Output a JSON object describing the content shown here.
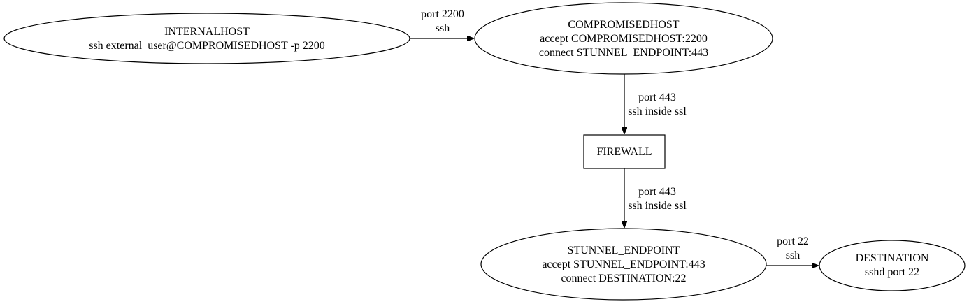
{
  "nodes": {
    "internalhost": {
      "lines": [
        "INTERNALHOST",
        "ssh external_user@COMPROMISEDHOST -p 2200"
      ]
    },
    "compromisedhost": {
      "lines": [
        "COMPROMISEDHOST",
        "accept COMPROMISEDHOST:2200",
        "connect STUNNEL_ENDPOINT:443"
      ]
    },
    "firewall": {
      "lines": [
        "FIREWALL"
      ]
    },
    "stunnel_endpoint": {
      "lines": [
        "STUNNEL_ENDPOINT",
        "accept STUNNEL_ENDPOINT:443",
        "connect DESTINATION:22"
      ]
    },
    "destination": {
      "lines": [
        "DESTINATION",
        "sshd port 22"
      ]
    }
  },
  "edges": {
    "internal_to_compromised": {
      "lines": [
        "port 2200",
        "ssh"
      ]
    },
    "compromised_to_firewall": {
      "lines": [
        "port 443",
        "ssh inside ssl"
      ]
    },
    "firewall_to_stunnel": {
      "lines": [
        "port 443",
        "ssh inside ssl"
      ]
    },
    "stunnel_to_destination": {
      "lines": [
        "port 22",
        "ssh"
      ]
    }
  }
}
